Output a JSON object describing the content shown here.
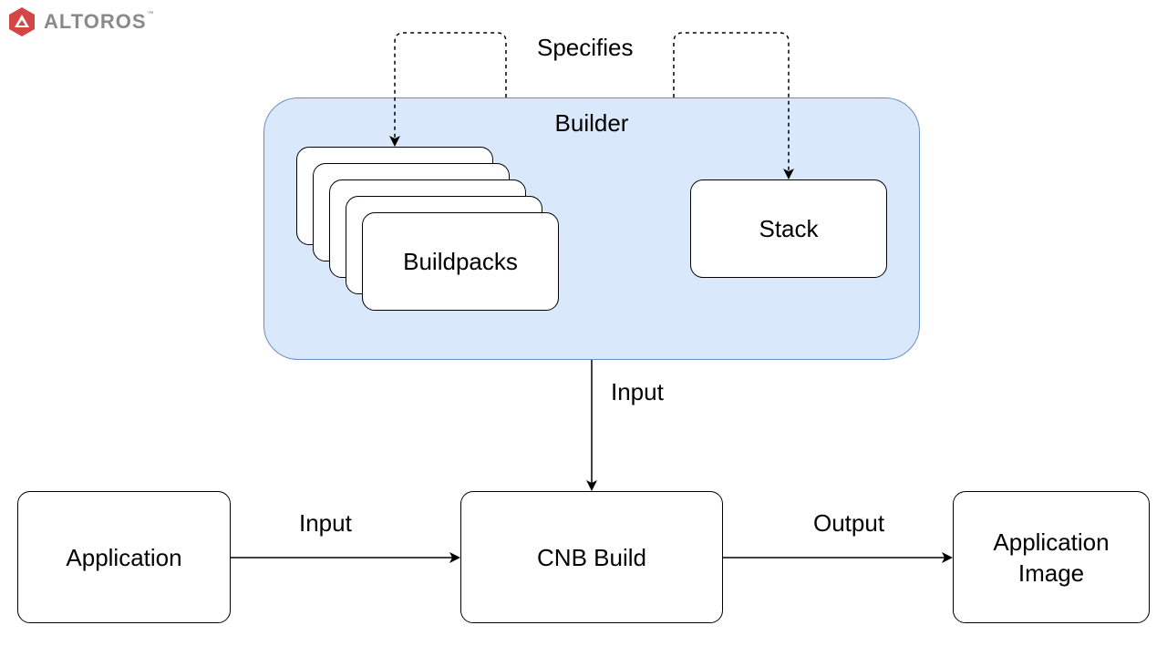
{
  "logo": {
    "text": "ALTOROS",
    "trademark": "™",
    "mark_color": "#d64545",
    "text_color": "#8a8a8a"
  },
  "builder": {
    "title": "Builder",
    "fill_color": "#dae8fc",
    "border_color": "#6c8ebf"
  },
  "buildpacks": {
    "label": "Buildpacks"
  },
  "stack": {
    "label": "Stack"
  },
  "application": {
    "label": "Application"
  },
  "cnb_build": {
    "label": "CNB Build"
  },
  "application_image": {
    "label_line1": "Application",
    "label_line2": "Image"
  },
  "edges": {
    "specifies": "Specifies",
    "builder_input": "Input",
    "application_input": "Input",
    "output": "Output"
  }
}
